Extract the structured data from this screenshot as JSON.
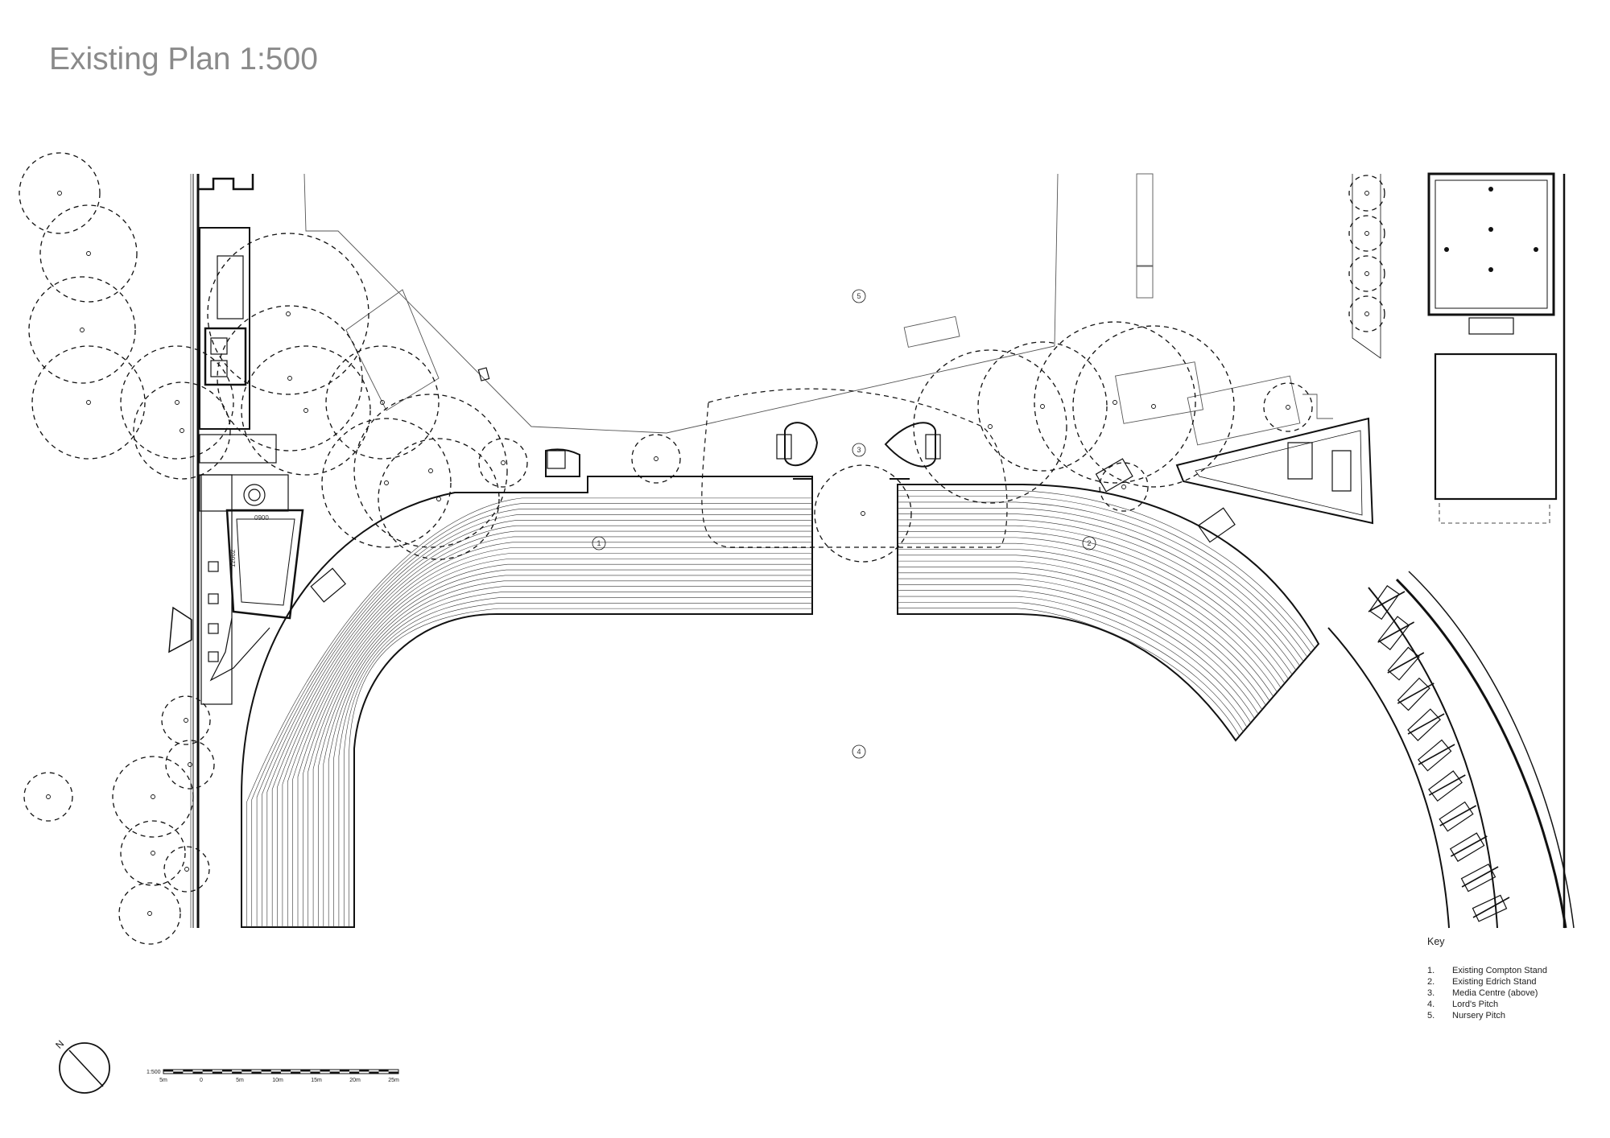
{
  "title": "Existing Plan 1:500",
  "key": {
    "heading": "Key",
    "items": [
      {
        "num": "1.",
        "label": "Existing Compton Stand"
      },
      {
        "num": "2.",
        "label": "Existing Edrich Stand"
      },
      {
        "num": "3.",
        "label": "Media Centre (above)"
      },
      {
        "num": "4.",
        "label": "Lord's Pitch"
      },
      {
        "num": "5.",
        "label": "Nursery Pitch"
      }
    ]
  },
  "markers": [
    "1",
    "2",
    "3",
    "4",
    "5"
  ],
  "scale_bar": {
    "ratio": "1:500",
    "ticks": [
      "5m",
      "0",
      "5m",
      "10m",
      "15m",
      "20m",
      "25m"
    ]
  },
  "north_label": "N",
  "room_labels": [
    "12662",
    "0900"
  ]
}
